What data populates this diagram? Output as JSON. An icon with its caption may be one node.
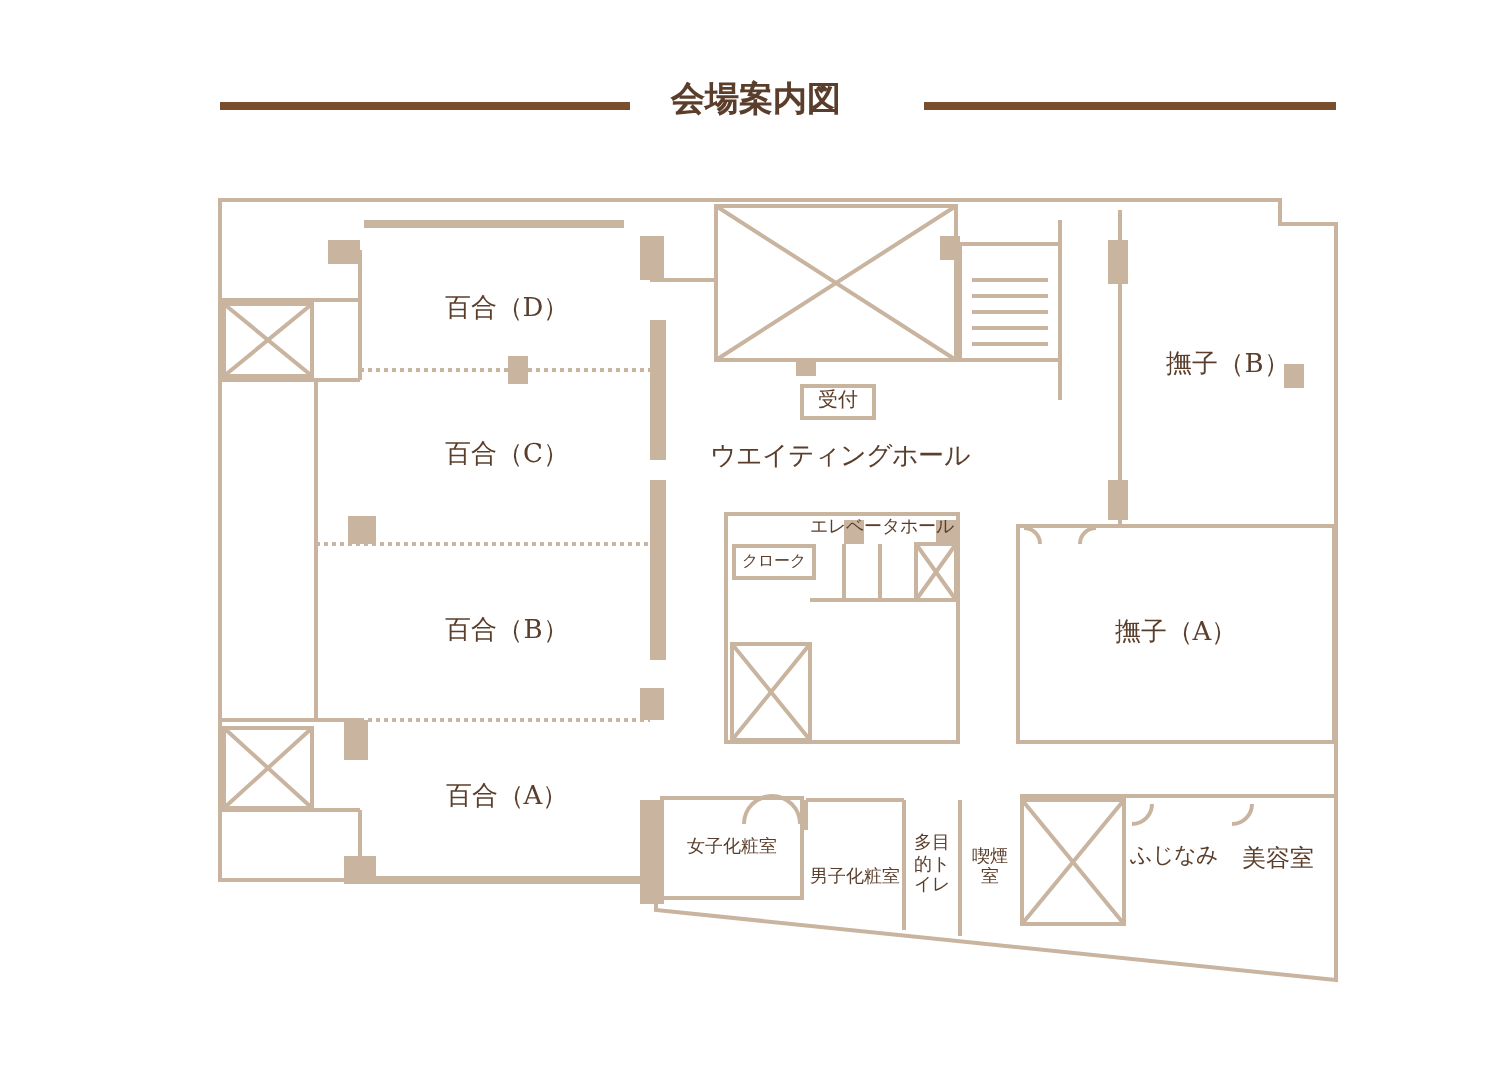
{
  "diagram": {
    "title": "会場案内図",
    "nodes": [
      {
        "text": [
          "百合（D）"
        ]
      },
      {
        "text": [
          "百合（C）"
        ]
      },
      {
        "text": [
          "百合（B）"
        ]
      },
      {
        "text": [
          "百合（A）"
        ]
      },
      {
        "text": [
          "受付"
        ]
      },
      {
        "text": [
          "ウエイティングホール"
        ]
      },
      {
        "text": [
          "エレベータホール"
        ]
      },
      {
        "text": [
          "クローク"
        ],
        "in": 6
      },
      {
        "text": [
          "撫子（B）"
        ]
      },
      {
        "text": [
          "撫子（A）"
        ]
      },
      {
        "text": [
          "女子化粧室"
        ]
      },
      {
        "text": [
          "男子化粧室"
        ]
      },
      {
        "text": [
          "多目的トイレ"
        ]
      },
      {
        "text": [
          "喫煙室"
        ]
      },
      {
        "text": [
          "ふじなみ"
        ]
      },
      {
        "text": [
          "美容室"
        ]
      }
    ],
    "edges": []
  }
}
